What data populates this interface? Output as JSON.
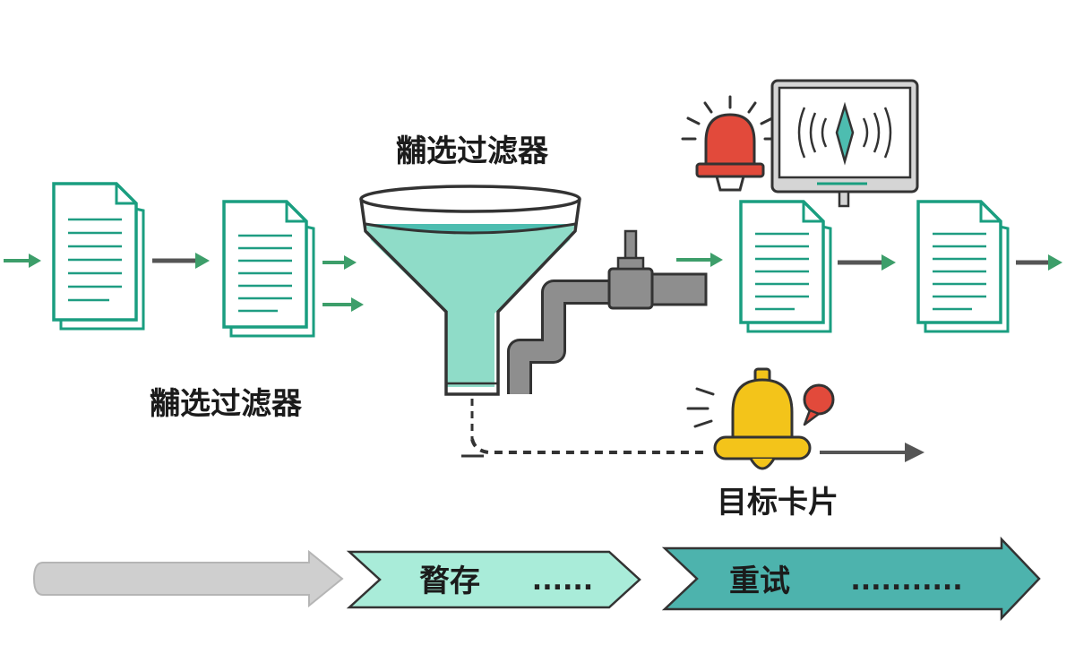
{
  "labels": {
    "filter_title_top": "黼选过滤器",
    "filter_title_left": "黼选过滤器",
    "target_card": "目标卡片"
  },
  "stages": [
    {
      "label": "",
      "dots": ""
    },
    {
      "label": "瞀存",
      "dots": "......"
    },
    {
      "label": "重试",
      "dots": "..........."
    }
  ],
  "colors": {
    "teal": "#1a9e80",
    "teal_dark": "#137a63",
    "doc_line": "#1f9d82",
    "arrow_green": "#3d9e6a",
    "arrow_gray": "#555555",
    "liquid": "#8fdcc8",
    "liquid_top": "#4dbdb0",
    "pipe": "#8e8e8e",
    "alert_red": "#e24a3b",
    "bell_yellow": "#f3c41a",
    "stage_gray": "#cfcfcf",
    "stage_mint": "#a9ecd9",
    "stage_teal": "#4db3ad",
    "stroke": "#333333"
  },
  "icons": [
    "document-icon",
    "funnel-icon",
    "pipe-icon",
    "valve-icon",
    "alarm-light-icon",
    "monitor-icon",
    "bell-icon",
    "arrow-icon"
  ]
}
